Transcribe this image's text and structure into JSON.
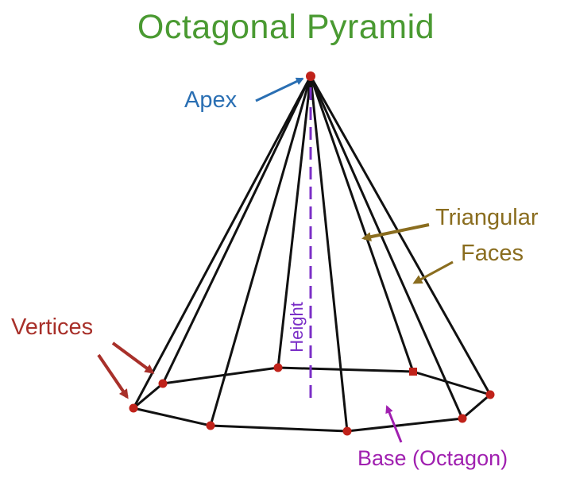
{
  "title": "Octagonal Pyramid",
  "labels": {
    "apex": "Apex",
    "faces_line1": "Triangular",
    "faces_line2": "Faces",
    "vertices": "Vertices",
    "height": "Height",
    "base": "Base (Octagon)"
  },
  "colors": {
    "title": "#4a9a32",
    "apex": "#2a6fb3",
    "faces": "#8a6d1f",
    "vertices": "#a8302a",
    "height": "#7b2fc7",
    "base": "#a020b0",
    "edges": "#111111",
    "vertex_dots": "#c0221a"
  }
}
